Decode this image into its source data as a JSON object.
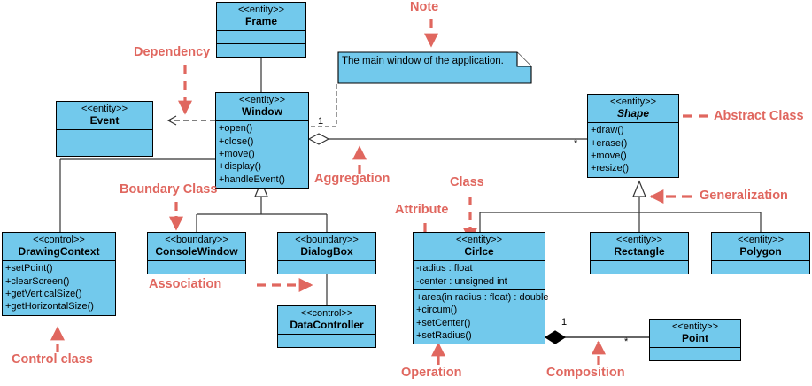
{
  "diagram": {
    "title": "UML Class Diagram",
    "colors": {
      "class_fill": "#72c9ec",
      "class_border": "#000000",
      "annotation": "#e0675f",
      "line": "#333333",
      "background": "#ffffff"
    },
    "note": {
      "text": "The main window of the application."
    },
    "classes": [
      {
        "id": "frame",
        "stereotype": "<<entity>>",
        "name": "Frame",
        "abstract": false,
        "attributes": [],
        "operations": []
      },
      {
        "id": "window",
        "stereotype": "<<entity>>",
        "name": "Window",
        "abstract": false,
        "attributes": [],
        "operations": [
          "+open()",
          "+close()",
          "+move()",
          "+display()",
          "+handleEvent()"
        ]
      },
      {
        "id": "event",
        "stereotype": "<<entity>>",
        "name": "Event",
        "abstract": false,
        "attributes": [],
        "operations": []
      },
      {
        "id": "shape",
        "stereotype": "<<entity>>",
        "name": "Shape",
        "abstract": true,
        "attributes": [],
        "operations": [
          "+draw()",
          "+erase()",
          "+move()",
          "+resize()"
        ]
      },
      {
        "id": "drawingcontext",
        "stereotype": "<<control>>",
        "name": "DrawingContext",
        "abstract": false,
        "attributes": [],
        "operations": [
          "+setPoint()",
          "+clearScreen()",
          "+getVerticalSize()",
          "+getHorizontalSize()"
        ]
      },
      {
        "id": "consolewindow",
        "stereotype": "<<boundary>>",
        "name": "ConsoleWindow",
        "abstract": false,
        "attributes": [],
        "operations": []
      },
      {
        "id": "dialogbox",
        "stereotype": "<<boundary>>",
        "name": "DialogBox",
        "abstract": false,
        "attributes": [],
        "operations": []
      },
      {
        "id": "datacontroller",
        "stereotype": "<<control>>",
        "name": "DataController",
        "abstract": false,
        "attributes": [],
        "operations": []
      },
      {
        "id": "circle",
        "stereotype": "<<entity>>",
        "name": "Cirlce",
        "abstract": false,
        "attributes": [
          "-radius : float",
          "-center : unsigned int"
        ],
        "operations": [
          "+area(in radius : float) : double",
          "+circum()",
          "+setCenter()",
          "+setRadius()"
        ]
      },
      {
        "id": "rectangle",
        "stereotype": "<<entity>>",
        "name": "Rectangle",
        "abstract": false,
        "attributes": [],
        "operations": []
      },
      {
        "id": "polygon",
        "stereotype": "<<entity>>",
        "name": "Polygon",
        "abstract": false,
        "attributes": [],
        "operations": []
      },
      {
        "id": "point",
        "stereotype": "<<entity>>",
        "name": "Point",
        "abstract": false,
        "attributes": [],
        "operations": []
      }
    ],
    "multiplicities": [
      {
        "id": "window-shape-source",
        "value": "1"
      },
      {
        "id": "window-shape-target",
        "value": "*"
      },
      {
        "id": "circle-point-source",
        "value": "1"
      },
      {
        "id": "circle-point-target",
        "value": "*"
      }
    ],
    "annotations": [
      {
        "id": "note",
        "label": "Note"
      },
      {
        "id": "dependency",
        "label": "Dependency"
      },
      {
        "id": "abstract-class",
        "label": "Abstract Class"
      },
      {
        "id": "aggregation",
        "label": "Aggregation"
      },
      {
        "id": "boundary-class",
        "label": "Boundary Class"
      },
      {
        "id": "class",
        "label": "Class"
      },
      {
        "id": "generalization",
        "label": "Generalization"
      },
      {
        "id": "attribute",
        "label": "Attribute"
      },
      {
        "id": "association",
        "label": "Association"
      },
      {
        "id": "control-class",
        "label": "Control class"
      },
      {
        "id": "operation",
        "label": "Operation"
      },
      {
        "id": "composition",
        "label": "Composition"
      }
    ]
  }
}
